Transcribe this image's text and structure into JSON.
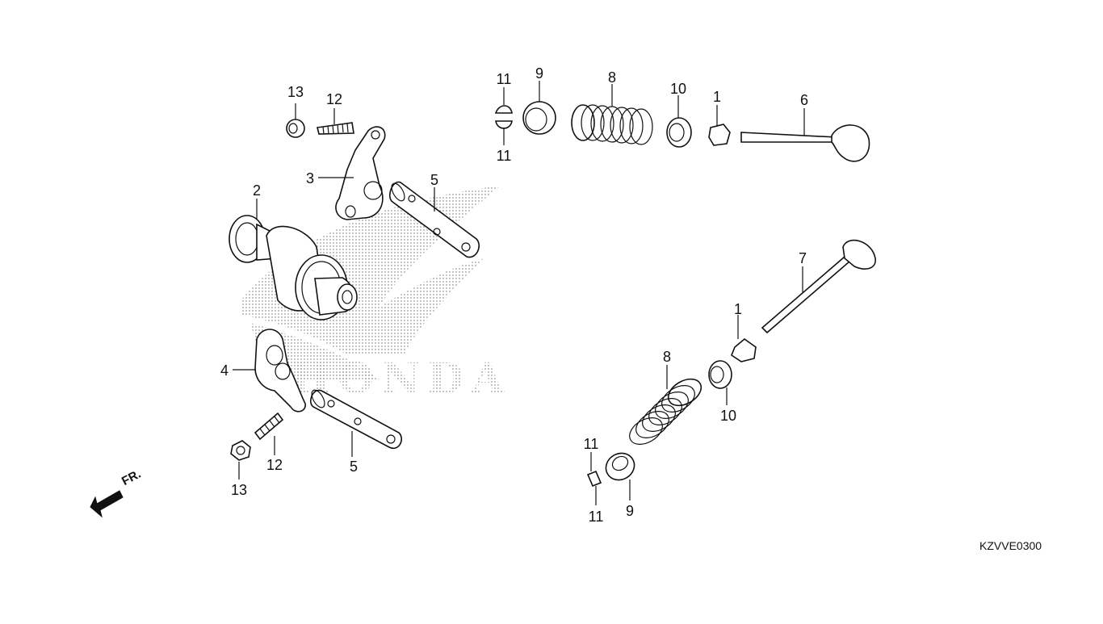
{
  "diagram": {
    "reference_code": "KZVVE0300",
    "front_indicator": "FR.",
    "watermark": "HONDA",
    "callouts": {
      "c13_top": "13",
      "c12_top": "12",
      "c3": "3",
      "c2": "2",
      "c5_top": "5",
      "c11_a": "11",
      "c11_b": "11",
      "c9_top": "9",
      "c8_top": "8",
      "c10_top": "10",
      "c1_top": "1",
      "c6": "6",
      "c7": "7",
      "c1_bottom": "1",
      "c8_bottom": "8",
      "c10_bottom": "10",
      "c4": "4",
      "c12_bottom": "12",
      "c13_bottom": "13",
      "c5_bottom": "5",
      "c11_c": "11",
      "c11_d": "11",
      "c9_bottom": "9"
    }
  }
}
